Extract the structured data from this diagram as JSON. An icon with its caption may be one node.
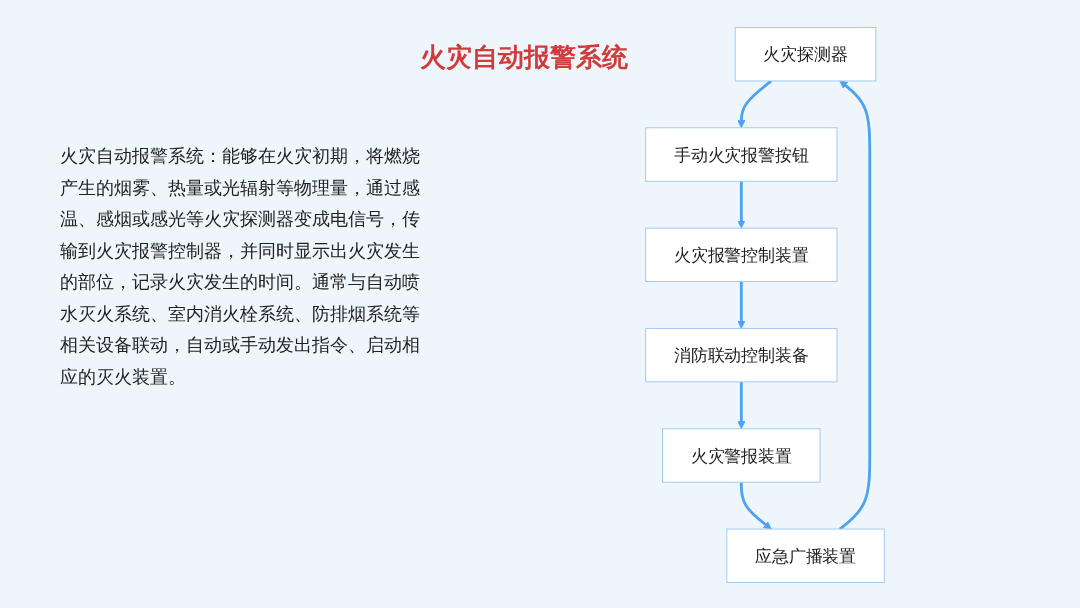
{
  "diagram": {
    "nodes": [
      {
        "text": [
          "火灾探测器"
        ]
      },
      {
        "text": [
          "手动火灾报警按钮"
        ]
      },
      {
        "text": [
          "火灾报警控制装置"
        ]
      },
      {
        "text": [
          "消防联动控制装备"
        ]
      },
      {
        "text": [
          "火灾警报装置"
        ]
      },
      {
        "text": [
          "应急广播装置"
        ]
      }
    ],
    "edges": [
      {
        "from": 0,
        "to": 1,
        "arrow": "to"
      },
      {
        "from": 1,
        "to": 2,
        "arrow": "to"
      },
      {
        "from": 2,
        "to": 3,
        "arrow": "to"
      },
      {
        "from": 3,
        "to": 4,
        "arrow": "to"
      },
      {
        "from": 4,
        "to": 5,
        "arrow": "to"
      },
      {
        "from": 5,
        "to": 0,
        "arrow": "to"
      }
    ],
    "labels": [
      "火灾自动报警系统：能够在火灾初期，将燃烧产生的烟雾、热量或光辐射等物理量，通过感温、感烟或感光等火灾探测器变成电信号，传输到火灾报警控制器，并同时显示出火灾发生的部位，记录火灾发生的时间。通常与自动喷水灭火系统、室内消火栓系统、防排烟系统等相关设备联动，自动或手动发出指令、启动相应的灭火装置。",
      "火灾自动报警系统"
    ]
  }
}
